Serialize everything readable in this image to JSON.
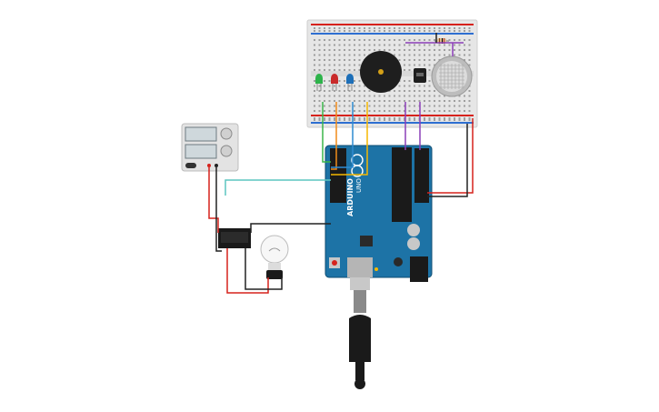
{
  "scene": {
    "title": "",
    "components": [
      {
        "id": "breadboard",
        "kind": "breadboard",
        "label": ""
      },
      {
        "id": "led-green",
        "kind": "led",
        "color": "#2db34a"
      },
      {
        "id": "led-red",
        "kind": "led",
        "color": "#c92a2a"
      },
      {
        "id": "led-blue",
        "kind": "led",
        "color": "#1d6fb8"
      },
      {
        "id": "piezo",
        "kind": "piezo-buzzer"
      },
      {
        "id": "sensor",
        "kind": "sensor-module"
      },
      {
        "id": "gas-sensor",
        "kind": "gas-sensor"
      },
      {
        "id": "resistor",
        "kind": "resistor"
      },
      {
        "id": "arduino",
        "kind": "arduino-uno",
        "label": "ARDUINO",
        "sublabel": "UNO"
      },
      {
        "id": "power-supply",
        "kind": "dc-power-supply"
      },
      {
        "id": "relay",
        "kind": "relay"
      },
      {
        "id": "bulb",
        "kind": "light-bulb"
      },
      {
        "id": "usb-cable",
        "kind": "usb-cable"
      }
    ],
    "wire_colors": {
      "green": "#3bb54a",
      "orange": "#f08c1a",
      "blue": "#2e8bd1",
      "yellow": "#f5b800",
      "purple": "#8b3fb8",
      "red": "#d6221c",
      "black": "#222222",
      "teal": "#5cc6c0"
    }
  }
}
